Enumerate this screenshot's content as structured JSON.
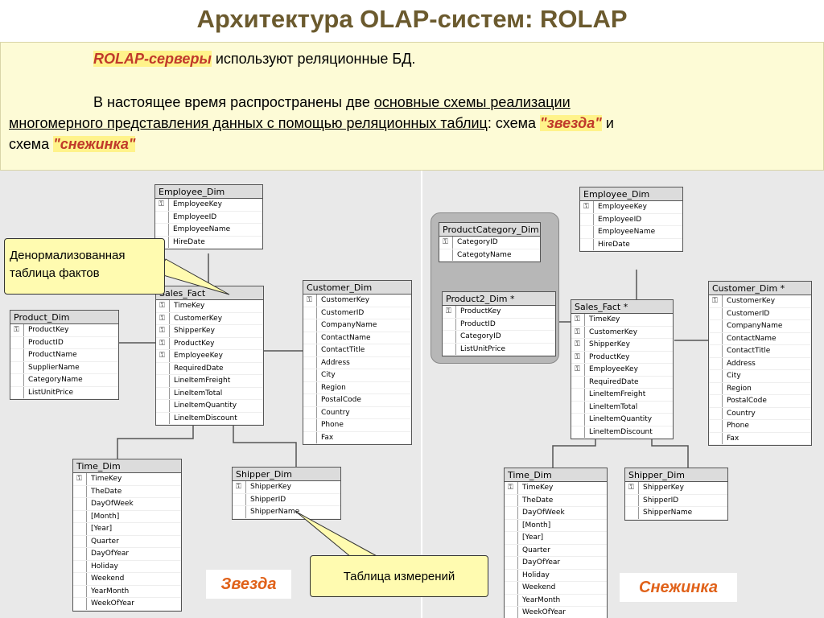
{
  "slide": {
    "title": "Архитектура OLAP-систем: ROLAP",
    "line1_hl": "ROLAP-серверы",
    "line1_rest": " используют реляционные  БД.",
    "line2_a": "В настоящее время распространены две ",
    "line2_ul": "основные схемы реализации",
    "line3_ul": "многомерного представления данных с помощью реляционных таблиц",
    "line3_b": ": схема ",
    "line3_hl": "\"звезда\"",
    "line3_c": " и",
    "line4_a": "схема ",
    "line4_hl": "\"снежинка\""
  },
  "callouts": {
    "fact": "Денормализованная таблица фактов",
    "dim": "Таблица измерений"
  },
  "labels": {
    "star": "Звезда",
    "snowflake": "Снежинка"
  },
  "star": {
    "employee": {
      "title": "Employee_Dim",
      "fields": [
        {
          "n": "EmployeeKey",
          "k": true
        },
        {
          "n": "EmployeeID"
        },
        {
          "n": "EmployeeName"
        },
        {
          "n": "HireDate"
        }
      ]
    },
    "sales": {
      "title": "Sales_Fact",
      "fields": [
        {
          "n": "TimeKey",
          "k": true
        },
        {
          "n": "CustomerKey",
          "k": true
        },
        {
          "n": "ShipperKey",
          "k": true
        },
        {
          "n": "ProductKey",
          "k": true
        },
        {
          "n": "EmployeeKey",
          "k": true
        },
        {
          "n": "RequiredDate"
        },
        {
          "n": "LineItemFreight"
        },
        {
          "n": "LineItemTotal"
        },
        {
          "n": "LineItemQuantity"
        },
        {
          "n": "LineItemDiscount"
        }
      ]
    },
    "product": {
      "title": "Product_Dim",
      "fields": [
        {
          "n": "ProductKey",
          "k": true
        },
        {
          "n": "ProductID"
        },
        {
          "n": "ProductName"
        },
        {
          "n": "SupplierName"
        },
        {
          "n": "CategoryName"
        },
        {
          "n": "ListUnitPrice"
        }
      ]
    },
    "customer": {
      "title": "Customer_Dim",
      "fields": [
        {
          "n": "CustomerKey",
          "k": true
        },
        {
          "n": "CustomerID"
        },
        {
          "n": "CompanyName"
        },
        {
          "n": "ContactName"
        },
        {
          "n": "ContactTitle"
        },
        {
          "n": "Address"
        },
        {
          "n": "City"
        },
        {
          "n": "Region"
        },
        {
          "n": "PostalCode"
        },
        {
          "n": "Country"
        },
        {
          "n": "Phone"
        },
        {
          "n": "Fax"
        }
      ]
    },
    "time": {
      "title": "Time_Dim",
      "fields": [
        {
          "n": "TimeKey",
          "k": true
        },
        {
          "n": "TheDate"
        },
        {
          "n": "DayOfWeek"
        },
        {
          "n": "[Month]"
        },
        {
          "n": "[Year]"
        },
        {
          "n": "Quarter"
        },
        {
          "n": "DayOfYear"
        },
        {
          "n": "Holiday"
        },
        {
          "n": "Weekend"
        },
        {
          "n": "YearMonth"
        },
        {
          "n": "WeekOfYear"
        }
      ]
    },
    "shipper": {
      "title": "Shipper_Dim",
      "fields": [
        {
          "n": "ShipperKey",
          "k": true
        },
        {
          "n": "ShipperID"
        },
        {
          "n": "ShipperName"
        }
      ]
    }
  },
  "snow": {
    "employee": {
      "title": "Employee_Dim",
      "fields": [
        {
          "n": "EmployeeKey",
          "k": true
        },
        {
          "n": "EmployeeID"
        },
        {
          "n": "EmployeeName"
        },
        {
          "n": "HireDate"
        }
      ]
    },
    "category": {
      "title": "ProductCategory_Dim",
      "fields": [
        {
          "n": "CategoryID",
          "k": true
        },
        {
          "n": "CategotyName"
        }
      ]
    },
    "product": {
      "title": "Product2_Dim *",
      "fields": [
        {
          "n": "ProductKey",
          "k": true
        },
        {
          "n": "ProductID"
        },
        {
          "n": "CategoryID"
        },
        {
          "n": "ListUnitPrice"
        }
      ]
    },
    "sales": {
      "title": "Sales_Fact *",
      "fields": [
        {
          "n": "TimeKey",
          "k": true
        },
        {
          "n": "CustomerKey",
          "k": true
        },
        {
          "n": "ShipperKey",
          "k": true
        },
        {
          "n": "ProductKey",
          "k": true
        },
        {
          "n": "EmployeeKey",
          "k": true
        },
        {
          "n": "RequiredDate"
        },
        {
          "n": "LineItemFreight"
        },
        {
          "n": "LineItemTotal"
        },
        {
          "n": "LineItemQuantity"
        },
        {
          "n": "LineItemDiscount"
        }
      ]
    },
    "customer": {
      "title": "Customer_Dim *",
      "fields": [
        {
          "n": "CustomerKey",
          "k": true
        },
        {
          "n": "CustomerID"
        },
        {
          "n": "CompanyName"
        },
        {
          "n": "ContactName"
        },
        {
          "n": "ContactTitle"
        },
        {
          "n": "Address"
        },
        {
          "n": "City"
        },
        {
          "n": "Region"
        },
        {
          "n": "PostalCode"
        },
        {
          "n": "Country"
        },
        {
          "n": "Phone"
        },
        {
          "n": "Fax"
        }
      ]
    },
    "time": {
      "title": "Time_Dim",
      "fields": [
        {
          "n": "TimeKey",
          "k": true
        },
        {
          "n": "TheDate"
        },
        {
          "n": "DayOfWeek"
        },
        {
          "n": "[Month]"
        },
        {
          "n": "[Year]"
        },
        {
          "n": "Quarter"
        },
        {
          "n": "DayOfYear"
        },
        {
          "n": "Holiday"
        },
        {
          "n": "Weekend"
        },
        {
          "n": "YearMonth"
        },
        {
          "n": "WeekOfYear"
        }
      ]
    },
    "shipper": {
      "title": "Shipper_Dim",
      "fields": [
        {
          "n": "ShipperKey",
          "k": true
        },
        {
          "n": "ShipperID"
        },
        {
          "n": "ShipperName"
        }
      ]
    }
  }
}
